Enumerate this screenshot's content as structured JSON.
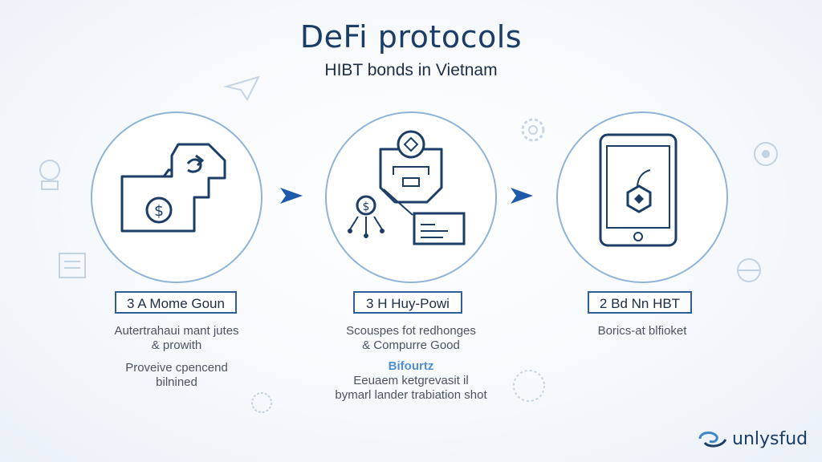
{
  "header": {
    "title": "DeFi protocols",
    "subtitle": "HIBT bonds in Vietnam"
  },
  "steps": [
    {
      "icon": "folder-dollar-icon",
      "label": "3 A Mome Goun",
      "desc_lines": [
        "Autertrahaui mant jutes",
        "& prowith",
        "Proveive cpencend",
        "bilnined"
      ]
    },
    {
      "icon": "protocol-network-icon",
      "label": "3 H Huy-Powi",
      "desc_lines": [
        "Scouspes fot redhonges",
        "& Compurre Good"
      ],
      "accent": "Bifourtz",
      "extra_lines": [
        "Eeuaem ketgrevasit il",
        "bymarl lander trabiation shot"
      ]
    },
    {
      "icon": "tablet-bond-icon",
      "label": "2 Bd Nn HBT",
      "desc_lines": [
        "Borics-at blfioket"
      ]
    }
  ],
  "brand": {
    "logo_icon": "swirl-logo-icon",
    "name": "unlysfud"
  },
  "colors": {
    "primary": "#1b3d66",
    "circle": "#8fb4d8",
    "arrow": "#1e5aa8",
    "accent": "#4f8fd0"
  }
}
